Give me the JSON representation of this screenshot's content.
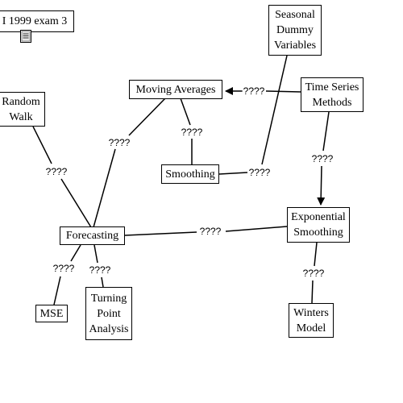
{
  "concept_map": {
    "nodes": {
      "exam": "I 1999 exam 3",
      "seasonal": "Seasonal\nDummy\nVariables",
      "moving_averages": "Moving Averages",
      "time_series": "Time Series\nMethods",
      "random_walk": "Random\nWalk",
      "smoothing": "Smoothing",
      "forecasting": "Forecasting",
      "exponential_smoothing": "Exponential\nSmoothing",
      "mse": "MSE",
      "turning_point": "Turning\nPoint\nAnalysis",
      "winters": "Winters\nModel"
    },
    "links": {
      "ts_ma": "????",
      "ma_smoothing": "????",
      "ma_forecasting": "????",
      "rw_forecasting": "????",
      "smoothing_seasonal": "????",
      "ts_es": "????",
      "forecasting_es": "????",
      "forecasting_mse": "????",
      "forecasting_tpa": "????",
      "es_winters": "????"
    }
  }
}
